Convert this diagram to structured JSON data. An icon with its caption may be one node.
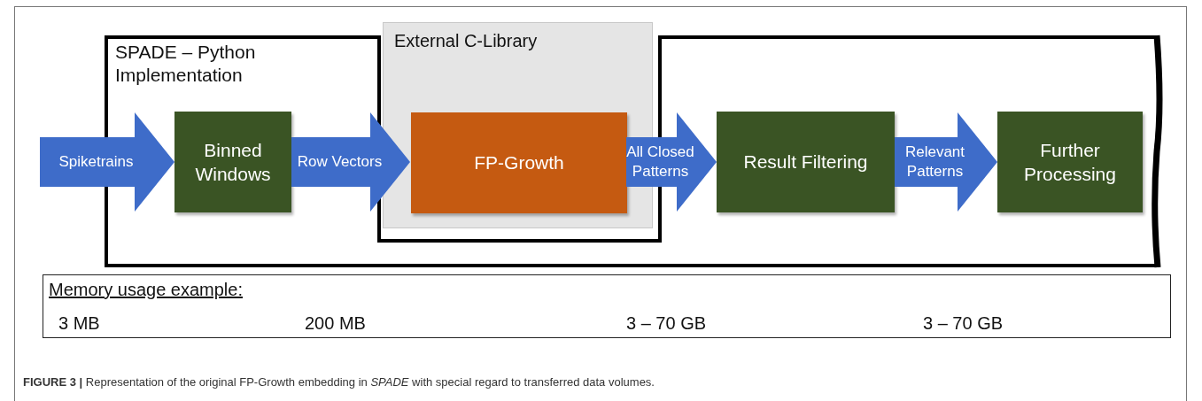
{
  "diagram": {
    "caption": "**FIGURE 3 |** Representation of the original FP-Growth embedding in *SPADE* with special regard to transferred data volumes.",
    "nodes": [
      {
        "text": [
          "SPADE – Python Implementation"
        ]
      },
      {
        "text": [
          "Binned Windows"
        ],
        "in": 0
      },
      {
        "text": [
          "External C-Library"
        ]
      },
      {
        "text": [
          "FP-Growth"
        ],
        "in": 2
      },
      {
        "text": [
          "Result Filtering"
        ],
        "in": 0
      },
      {
        "text": [
          "Further Processing"
        ],
        "in": 0
      },
      {
        "text": [
          "Memory usage example:",
          "3 MB",
          "200 MB",
          "3 – 70 GB",
          "3 – 70 GB"
        ]
      }
    ],
    "edges": [
      {
        "from": null,
        "to": 1,
        "arrow": "to",
        "label": "Spiketrains"
      },
      {
        "from": 1,
        "to": 3,
        "arrow": "to",
        "label": "Row Vectors"
      },
      {
        "from": 3,
        "to": 4,
        "arrow": "to",
        "label": "All Closed Patterns"
      },
      {
        "from": 4,
        "to": 5,
        "arrow": "to",
        "label": "Relevant Patterns"
      }
    ]
  }
}
